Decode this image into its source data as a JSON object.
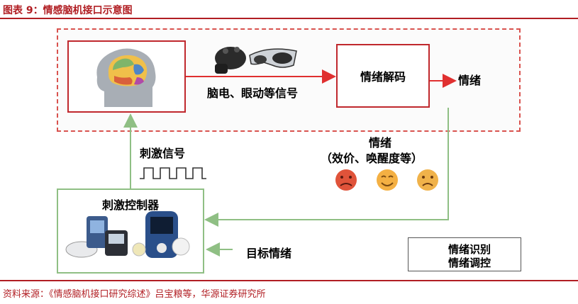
{
  "figure_title": "图表 9：情感脑机接口示意图",
  "signal_label": "脑电、眼动等信号",
  "decoder_label": "情绪解码",
  "emotion_output": "情绪",
  "stimulus_label": "刺激信号",
  "emotion_dims_title": "情绪",
  "emotion_dims_detail": "（效价、唤醒度等）",
  "controller_label": "刺激控制器",
  "target_emotion_label": "目标情绪",
  "legend": {
    "recognition": "情绪识别",
    "regulation": "情绪调控"
  },
  "source": "资料来源：《情感脑机接口研究综述》吕宝粮等，华源证券研究所",
  "colors": {
    "accent": "#b11e23",
    "recognition_arrow": "#e03030",
    "regulation_arrow": "#8fbf84"
  },
  "icons": [
    "brain-head-icon",
    "eeg-headset-icon",
    "eye-tracker-glasses-icon",
    "angry-face-icon",
    "smile-face-icon",
    "sad-face-icon",
    "stimulation-device-icon"
  ]
}
